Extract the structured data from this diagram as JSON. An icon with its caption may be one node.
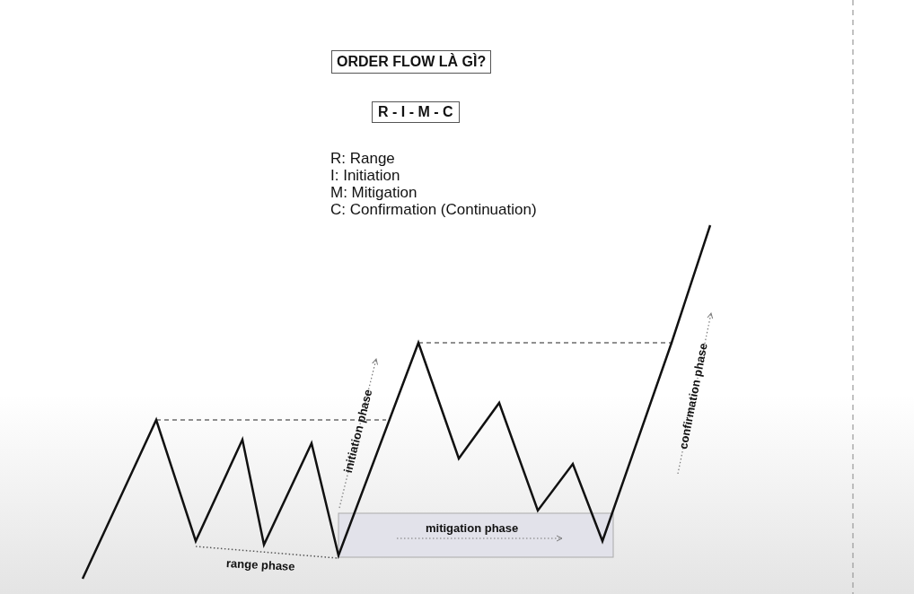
{
  "diagram": {
    "title": "ORDER FLOW LÀ GÌ?",
    "nodes": [
      {
        "text": [
          "R - I - M - C"
        ]
      },
      {
        "text": [
          "mitigation phase"
        ]
      }
    ],
    "edges": [],
    "labels": [
      "R: Range",
      "I: Initiation",
      "M: Mitigation",
      "C: Confirmation (Continuation)",
      "range phase",
      "initiation phase",
      "confirmation phase"
    ]
  }
}
